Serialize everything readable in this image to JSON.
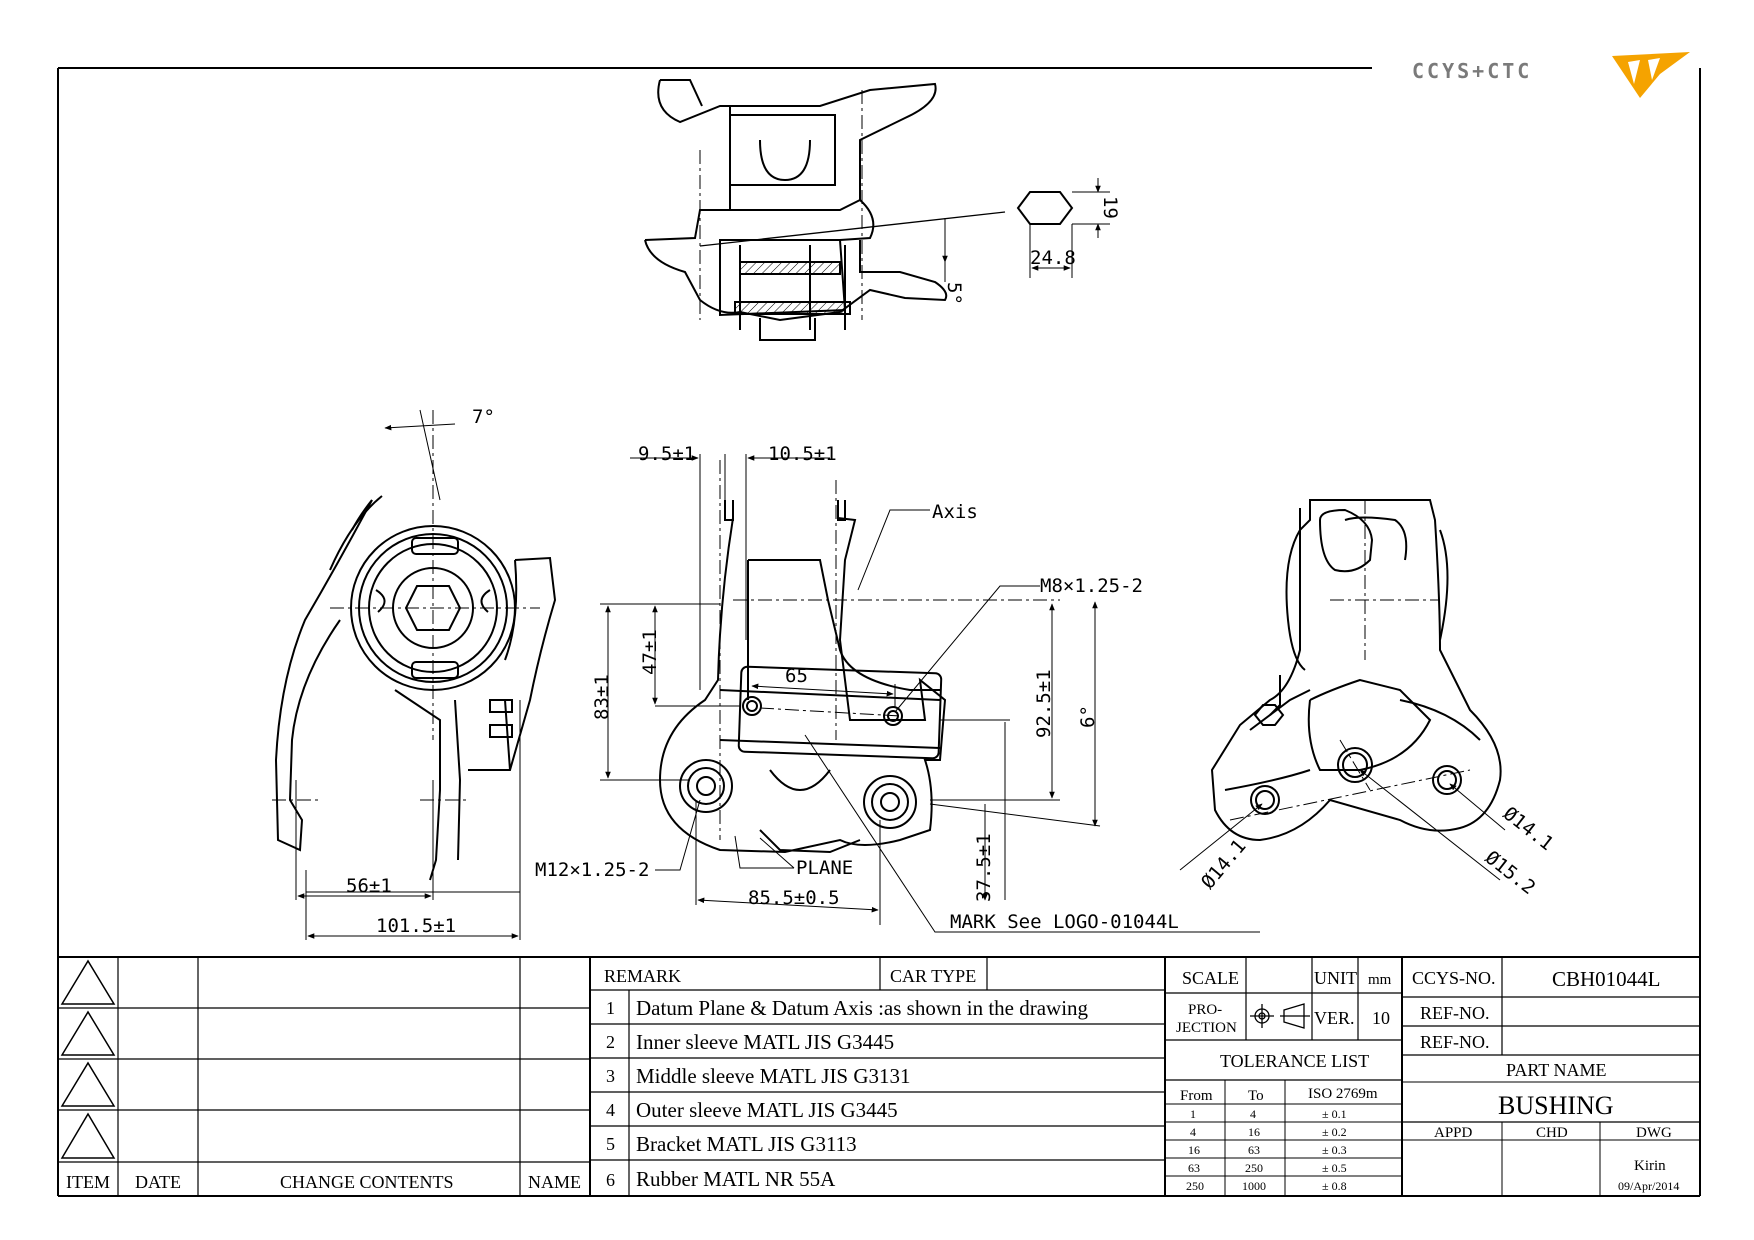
{
  "logo": {
    "text": "CCYS+CTC",
    "accent_color": "#f5a300",
    "gray_color": "#7a7a7a"
  },
  "dimensions": {
    "hex_height": "19",
    "hex_width": "24.8",
    "top_angle": "5°",
    "left_angle": "7°",
    "d_9_5": "9.5±1",
    "d_10_5": "10.5±1",
    "axis_label": "Axis",
    "thread_top": "M8×1.25-2",
    "d_65": "65",
    "d_47": "47±1",
    "d_83": "83±1",
    "d_92_5": "92.5±1",
    "angle_6": "6°",
    "thread_bottom": "M12×1.25-2",
    "plane_label": "PLANE",
    "d_37_5": "37.5±1",
    "d_85_5": "85.5±0.5",
    "mark_label": "MARK See LOGO-01044L",
    "d_56": "56±1",
    "d_101_5": "101.5±1",
    "dia_14_1a": "Ø14.1",
    "dia_14_1b": "Ø14.1",
    "dia_15_2": "Ø15.2"
  },
  "revision_table": {
    "headers": [
      "ITEM",
      "DATE",
      "CHANGE CONTENTS",
      "NAME"
    ]
  },
  "remark_table": {
    "remark_label": "REMARK",
    "car_type_label": "CAR TYPE",
    "rows": [
      {
        "no": "1",
        "text": "Datum Plane & Datum Axis :as shown in the drawing"
      },
      {
        "no": "2",
        "text": "Inner sleeve MATL JIS G3445"
      },
      {
        "no": "3",
        "text": "Middle sleeve MATL JIS G3131"
      },
      {
        "no": "4",
        "text": "Outer sleeve MATL JIS G3445"
      },
      {
        "no": "5",
        "text": "Bracket MATL JIS G3113"
      },
      {
        "no": "6",
        "text": "Rubber MATL NR 55A"
      }
    ]
  },
  "title_block": {
    "scale_label": "SCALE",
    "unit_label": "UNIT",
    "unit_value": "mm",
    "projection_label_1": "PRO-",
    "projection_label_2": "JECTION",
    "ver_label": "VER.",
    "ver_value": "10",
    "tolerance_title": "TOLERANCE LIST",
    "tol_headers": [
      "From",
      "To",
      "ISO 2769m"
    ],
    "tol_rows": [
      [
        "1",
        "4",
        "± 0.1"
      ],
      [
        "4",
        "16",
        "± 0.2"
      ],
      [
        "16",
        "63",
        "± 0.3"
      ],
      [
        "63",
        "250",
        "± 0.5"
      ],
      [
        "250",
        "1000",
        "± 0.8"
      ]
    ],
    "ccys_no_label": "CCYS-NO.",
    "ccys_no_value": "CBH01044L",
    "ref_no_label_1": "REF-NO.",
    "ref_no_label_2": "REF-NO.",
    "part_name_label": "PART NAME",
    "part_name_value": "BUSHING",
    "appd_label": "APPD",
    "chd_label": "CHD",
    "dwg_label": "DWG",
    "dwg_name": "Kirin",
    "date": "09/Apr/2014"
  }
}
